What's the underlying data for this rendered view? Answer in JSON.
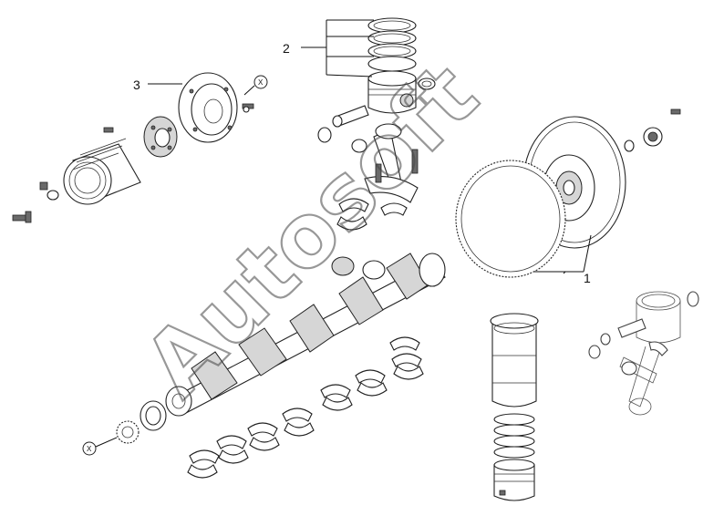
{
  "callouts": {
    "c1": "1",
    "c2": "2",
    "c3": "3"
  },
  "markers": {
    "x_top": "X",
    "x_bottom": "X"
  },
  "watermark": "Autosoft",
  "colors": {
    "line": "#222222",
    "shade": "#d6d6d6",
    "dark": "#6a6a6a",
    "background": "#ffffff"
  }
}
